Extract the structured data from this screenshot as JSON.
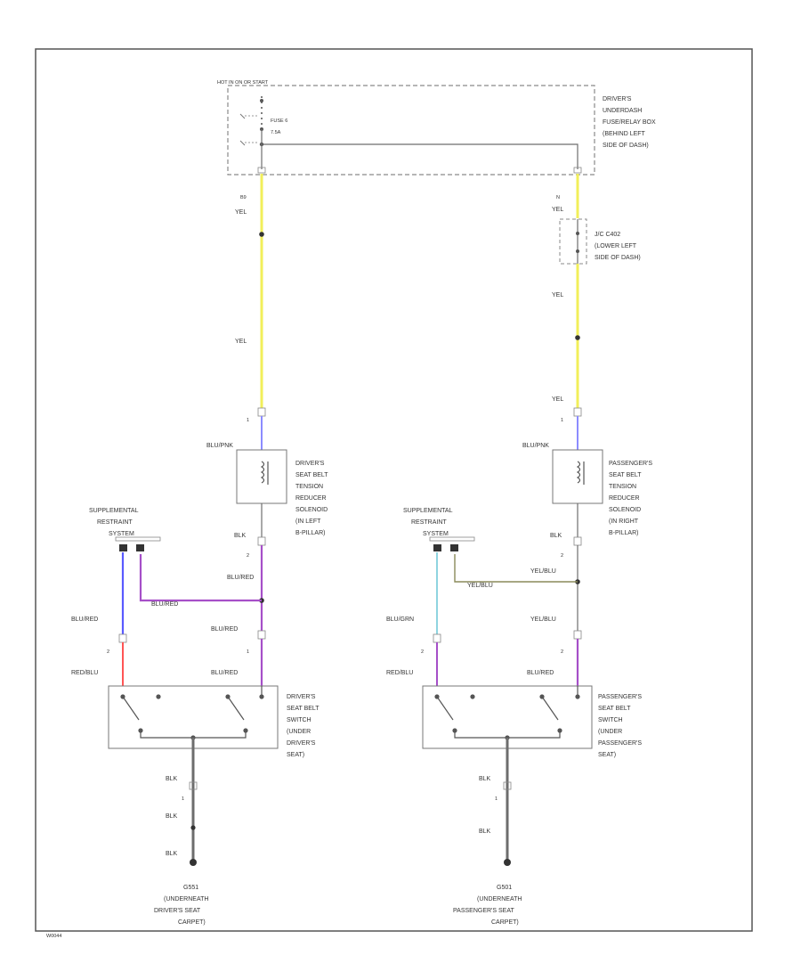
{
  "colors": {
    "ylw": "#f2ef5a",
    "blu": "#5a5aff",
    "blured": "#a64fc8",
    "red": "#ff5555",
    "grn": "#8fd4e0",
    "wire": "#6d6d6d",
    "frame": "#555555"
  },
  "header": {
    "text": "HOT IN ON OR START"
  },
  "fuse_box": {
    "lines": [
      "DRIVER'S",
      "UNDERDASH",
      "FUSE/RELAY BOX",
      "(BEHIND LEFT",
      "SIDE OF DASH)"
    ],
    "fuse_name": "FUSE 6",
    "fuse_rating": "7.5A"
  },
  "jc": {
    "lines": [
      "J/C C402",
      "(LOWER LEFT",
      "SIDE OF DASH)"
    ]
  },
  "wires": {
    "c_left_top": "B9",
    "c_right_top": "N",
    "yel": "YEL",
    "blupnk": "BLU/PNK",
    "blk": "BLK",
    "blured": "BLU/RED",
    "redblu": "RED/BLU",
    "blugrn": "BLU/GRN",
    "yelblu": "YEL/BLU"
  },
  "pins": {
    "p1": "1",
    "p2": "2"
  },
  "labels": {
    "srs": [
      "SUPPLEMENTAL",
      "RESTRAINT",
      "SYSTEM"
    ],
    "left_solenoid": [
      "DRIVER'S",
      "SEAT BELT",
      "TENSION",
      "REDUCER",
      "SOLENOID",
      "(IN LEFT",
      "B-PILLAR)"
    ],
    "right_solenoid": [
      "PASSENGER'S",
      "SEAT BELT",
      "TENSION",
      "REDUCER",
      "SOLENOID",
      "(IN RIGHT",
      "B-PILLAR)"
    ],
    "left_switch": [
      "DRIVER'S",
      "SEAT BELT",
      "SWITCH",
      "(UNDER",
      "DRIVER'S",
      "SEAT)"
    ],
    "right_switch": [
      "PASSENGER'S",
      "SEAT BELT",
      "SWITCH",
      "(UNDER",
      "PASSENGER'S",
      "SEAT)"
    ],
    "left_ground": [
      "G551",
      "(UNDERNEATH",
      "DRIVER'S SEAT",
      "CARPET)"
    ],
    "right_ground": [
      "G501",
      "(UNDERNEATH",
      "PASSENGER'S SEAT",
      "CARPET)"
    ]
  },
  "footer": {
    "id": "W0044"
  }
}
